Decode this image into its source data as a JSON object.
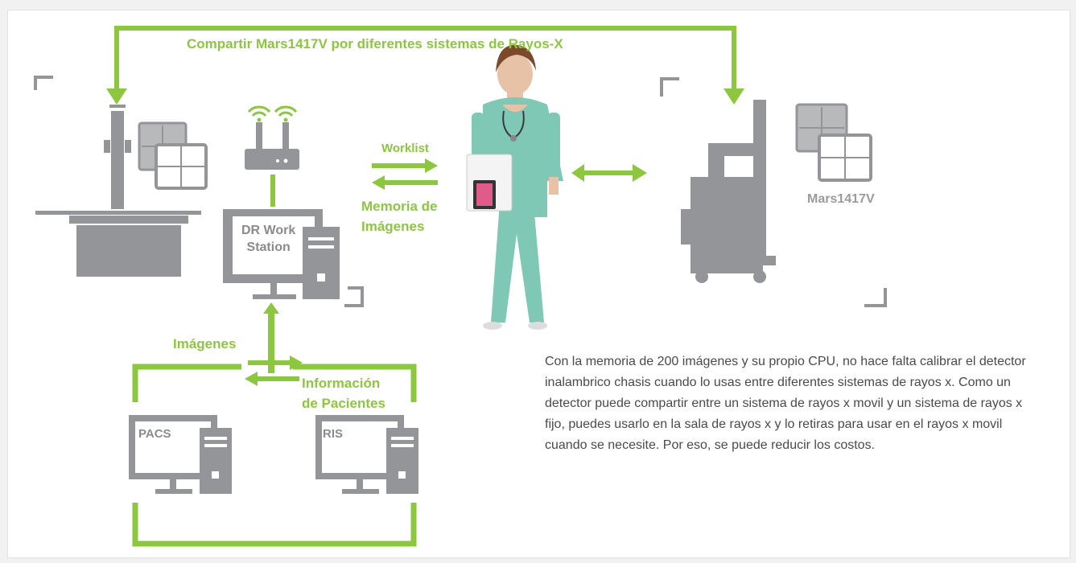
{
  "colors": {
    "accent": "#8dc63f",
    "equipment": "#939598",
    "background": "#ffffff"
  },
  "labels": {
    "title": "Compartir Mars1417V por diferentes sistemas de Rayos-X",
    "worklist": "Worklist",
    "memoria_line1": "Memoria de",
    "memoria_line2": "Imágenes",
    "imagenes": "Imágenes",
    "info_line1": "Información",
    "info_line2": "de Pacientes",
    "workstation_line1": "DR Work",
    "workstation_line2": "Station",
    "pacs": "PACS",
    "ris": "RIS",
    "detector": "Mars1417V"
  },
  "description": "Con la memoria de 200 imágenes y su propio CPU, no hace falta calibrar el detector inalambrico chasis cuando lo usas entre diferentes sistemas de rayos x. Como un detector puede compartir entre un sistema de rayos x movil y un sistema de rayos x fijo, puedes usarlo en la sala de rayos x y lo retiras para usar en el rayos x movil cuando se necesite. Por eso, se puede reducir los costos.",
  "icons": [
    "fixed-xray-system-icon",
    "detector-panels-icon",
    "wireless-router-icon",
    "wifi-signal-icon",
    "workstation-computer-icon",
    "pacs-computer-icon",
    "ris-computer-icon",
    "nurse-with-tablet-image",
    "mobile-xray-system-icon",
    "corner-bracket-icon"
  ]
}
